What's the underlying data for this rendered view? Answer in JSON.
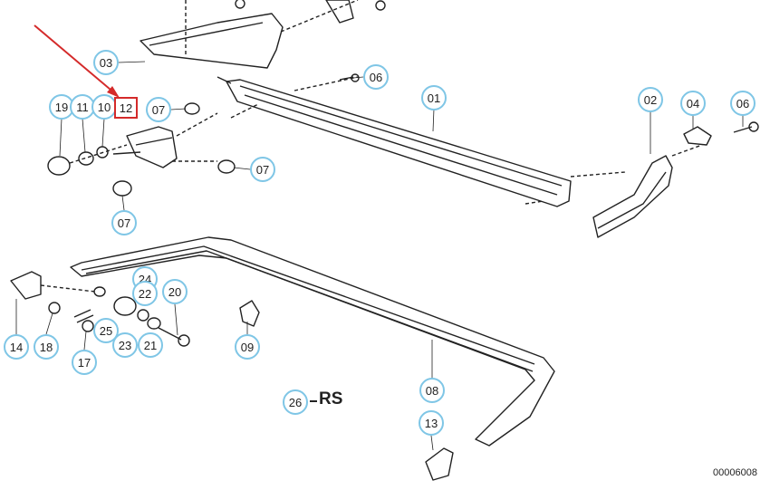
{
  "diagram": {
    "doc_number": "00006008",
    "rs_label": "RS",
    "highlighted_part": "12",
    "callouts": [
      "01",
      "02",
      "03",
      "04",
      "06",
      "06",
      "07",
      "07",
      "07",
      "08",
      "09",
      "10",
      "11",
      "12",
      "13",
      "14",
      "17",
      "18",
      "19",
      "20",
      "21",
      "22",
      "23",
      "24",
      "25",
      "26"
    ],
    "colors": {
      "callout_ring": "#7fc6e6",
      "highlight": "#d42a2a",
      "line": "#222222"
    }
  }
}
